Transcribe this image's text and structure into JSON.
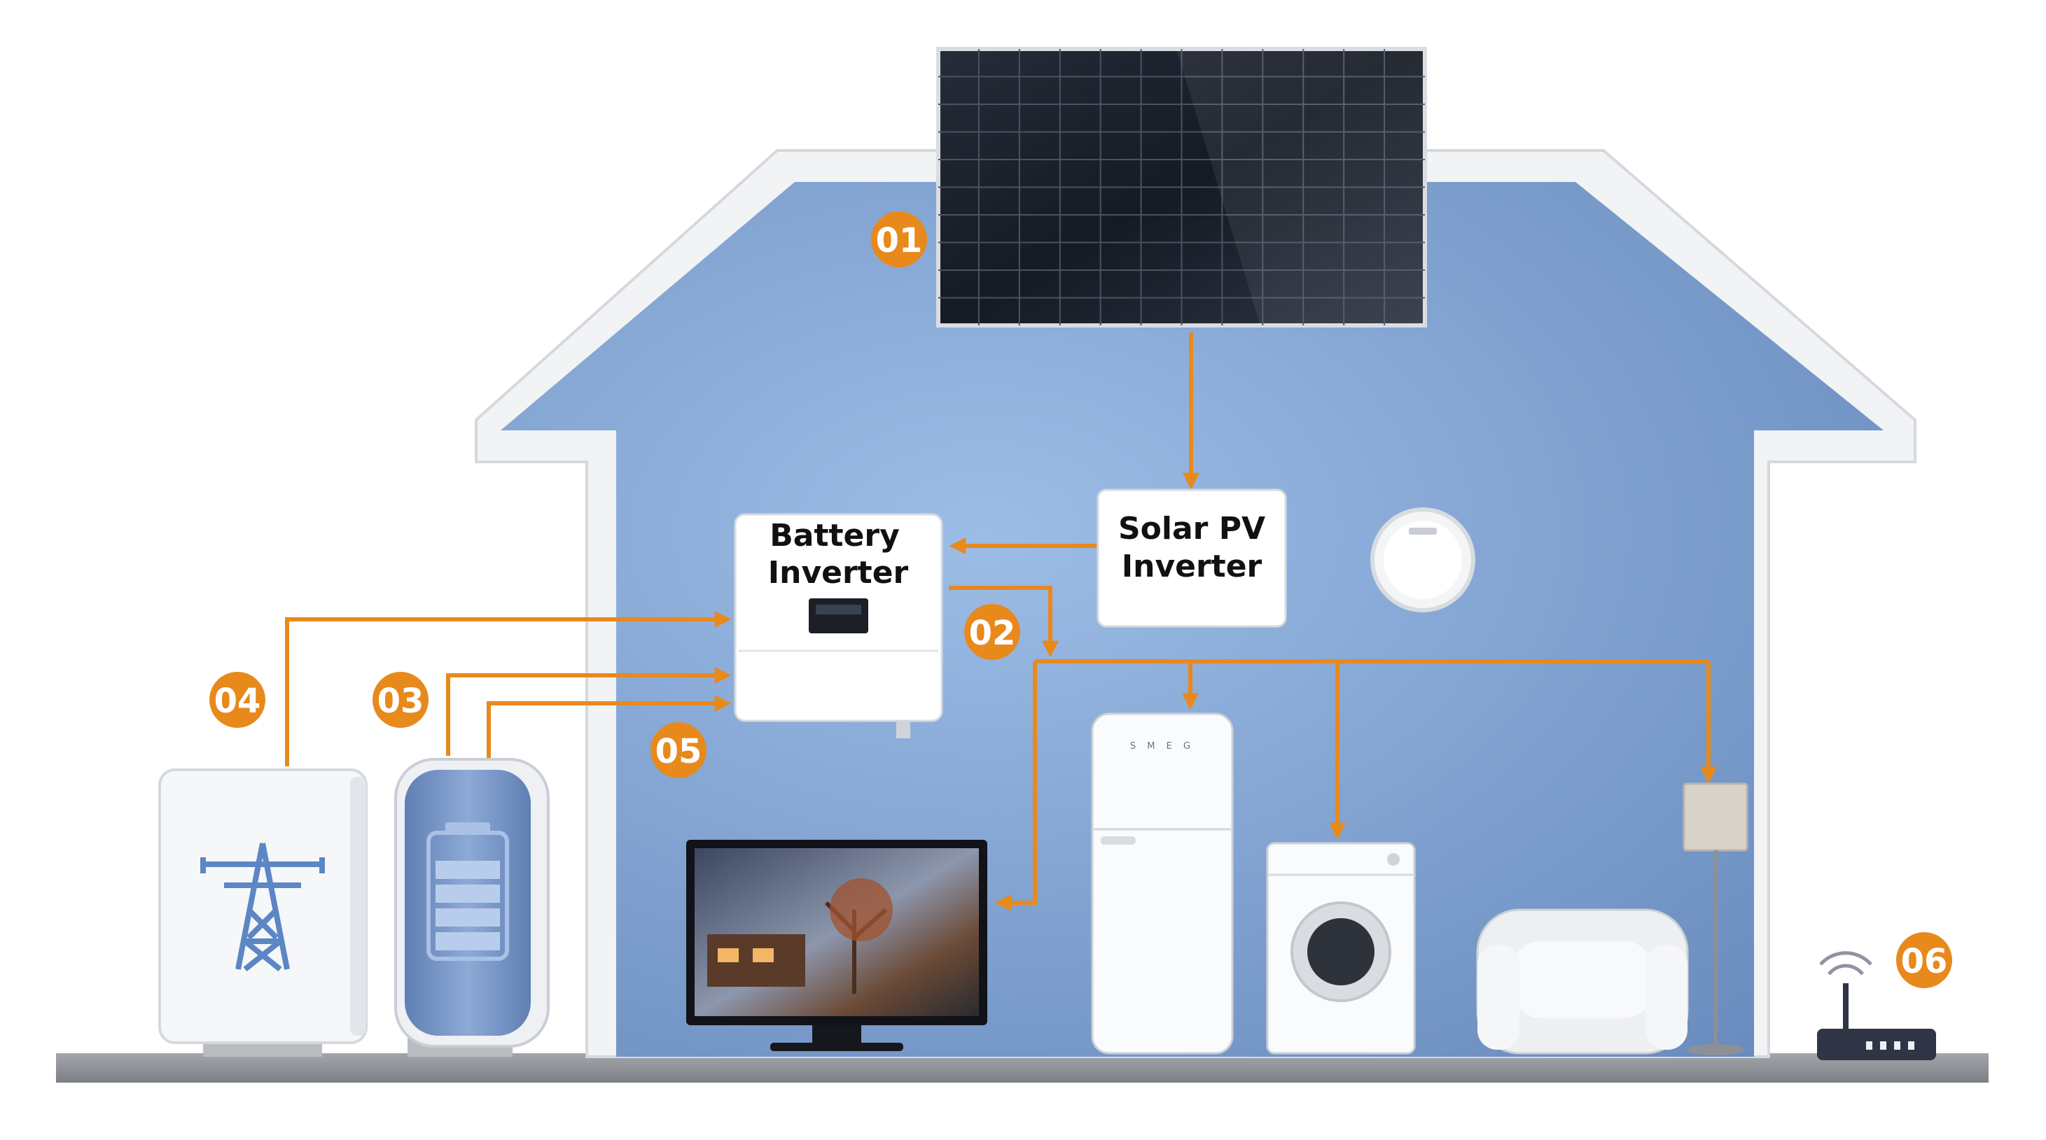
{
  "components": {
    "solar_pv_inverter": {
      "line1": "Solar PV",
      "line2": "Inverter"
    },
    "battery_inverter": {
      "line1": "Battery",
      "line2": "Inverter"
    },
    "fridge_brand": "S M E G"
  },
  "badges": {
    "b01": "01",
    "b02": "02",
    "b03": "03",
    "b04": "04",
    "b05": "05",
    "b06": "06"
  },
  "colors": {
    "accent": "#E8891C",
    "house_fill": "#7B9DCC",
    "wall": "#F4F5F7",
    "ground": "#8F9296",
    "panel": "#1E2430"
  }
}
